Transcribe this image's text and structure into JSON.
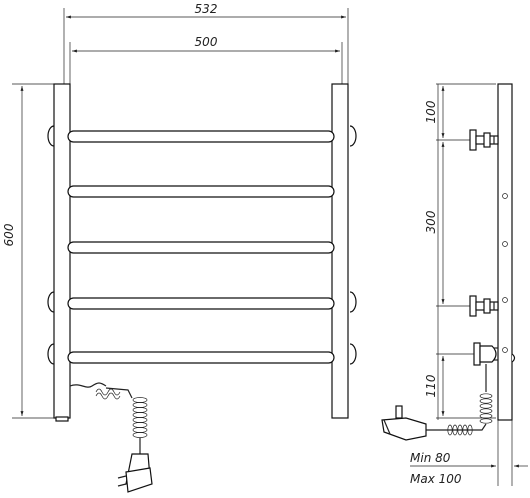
{
  "dimensions": {
    "overall_width": "532",
    "center_width": "500",
    "height": "600",
    "top_offset": "100",
    "bracket_spacing": "300",
    "outlet_offset": "110",
    "wall_min": "Min 80",
    "wall_max": "Max 100"
  },
  "colors": {
    "line": "#111111",
    "background": "#ffffff"
  }
}
